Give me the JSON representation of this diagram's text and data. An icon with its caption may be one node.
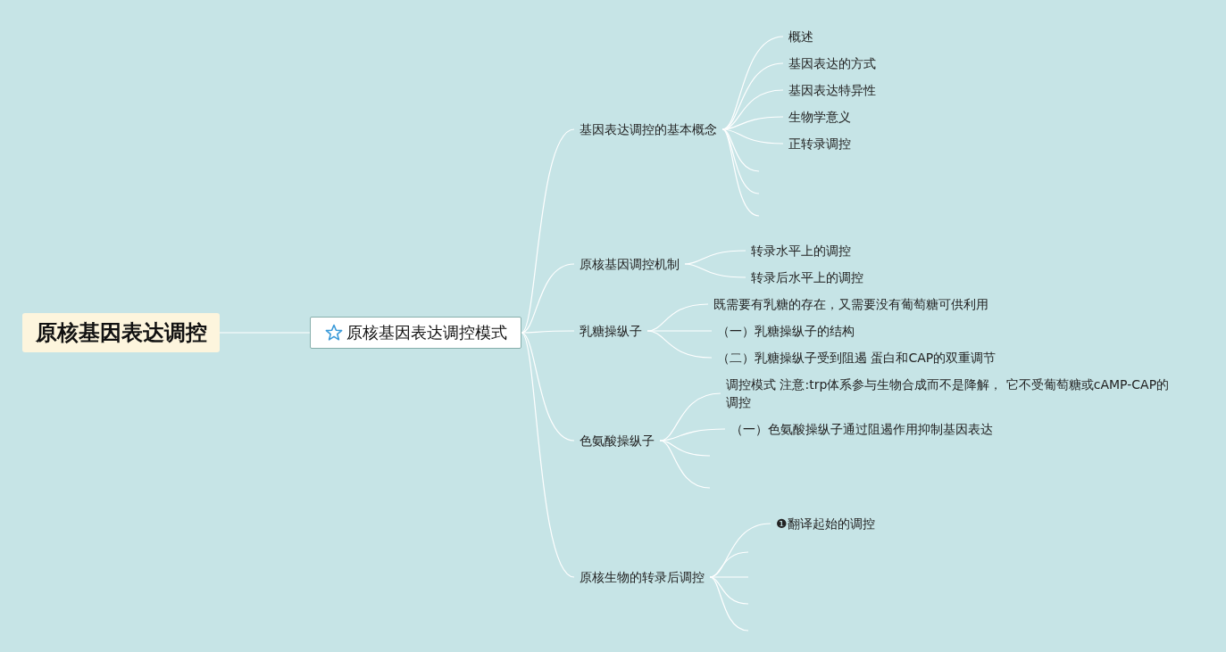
{
  "diagram": {
    "nodes": [
      {
        "text": [
          "原核基因表达调控"
        ]
      },
      {
        "text": [
          "原核基因表达调控模式"
        ]
      },
      {
        "text": [
          "基因表达调控的基本概念"
        ]
      },
      {
        "text": [
          "概述"
        ]
      },
      {
        "text": [
          "基因表达的方式"
        ]
      },
      {
        "text": [
          "基因表达特异性"
        ]
      },
      {
        "text": [
          "生物学意义"
        ]
      },
      {
        "text": [
          "正转录调控"
        ]
      },
      {
        "text": [
          "原核基因调控机制"
        ]
      },
      {
        "text": [
          "转录水平上的调控"
        ]
      },
      {
        "text": [
          "转录后水平上的调控"
        ]
      },
      {
        "text": [
          "乳糖操纵子"
        ]
      },
      {
        "text": [
          "既需要有乳糖的存在，又需要没有葡萄糖可供利用"
        ]
      },
      {
        "text": [
          "（一）乳糖操纵子的结构"
        ]
      },
      {
        "text": [
          "（二）乳糖操纵子受到阻遏 蛋白和CAP的双重调节"
        ]
      },
      {
        "text": [
          "色氨酸操纵子"
        ]
      },
      {
        "text": [
          "调控模式 注意:trp体系参与生物合成而不是降解， 它不受葡萄糖或cAMP-CAP的调控"
        ]
      },
      {
        "text": [
          "（一）色氨酸操纵子通过阻遏作用抑制基因表达"
        ]
      },
      {
        "text": [
          "原核生物的转录后调控"
        ]
      },
      {
        "text": [
          "❶翻译起始的调控"
        ]
      }
    ],
    "edges": [
      {
        "from": 0,
        "to": 1,
        "arrow": "none"
      },
      {
        "from": 1,
        "to": 2,
        "arrow": "none"
      },
      {
        "from": 1,
        "to": 8,
        "arrow": "none"
      },
      {
        "from": 1,
        "to": 11,
        "arrow": "none"
      },
      {
        "from": 1,
        "to": 15,
        "arrow": "none"
      },
      {
        "from": 1,
        "to": 18,
        "arrow": "none"
      },
      {
        "from": 2,
        "to": 3,
        "arrow": "none"
      },
      {
        "from": 2,
        "to": 4,
        "arrow": "none"
      },
      {
        "from": 2,
        "to": 5,
        "arrow": "none"
      },
      {
        "from": 2,
        "to": 6,
        "arrow": "none"
      },
      {
        "from": 2,
        "to": 7,
        "arrow": "none"
      },
      {
        "from": 2,
        "to": null,
        "arrow": "none"
      },
      {
        "from": 2,
        "to": null,
        "arrow": "none"
      },
      {
        "from": 2,
        "to": null,
        "arrow": "none"
      },
      {
        "from": 8,
        "to": 9,
        "arrow": "none"
      },
      {
        "from": 8,
        "to": 10,
        "arrow": "none"
      },
      {
        "from": 11,
        "to": 12,
        "arrow": "none"
      },
      {
        "from": 11,
        "to": 13,
        "arrow": "none"
      },
      {
        "from": 11,
        "to": 14,
        "arrow": "none"
      },
      {
        "from": 15,
        "to": 16,
        "arrow": "none"
      },
      {
        "from": 15,
        "to": 17,
        "arrow": "none"
      },
      {
        "from": 15,
        "to": null,
        "arrow": "none"
      },
      {
        "from": 15,
        "to": null,
        "arrow": "none"
      },
      {
        "from": 18,
        "to": 19,
        "arrow": "none"
      },
      {
        "from": 18,
        "to": null,
        "arrow": "none"
      },
      {
        "from": 18,
        "to": null,
        "arrow": "none"
      },
      {
        "from": 18,
        "to": null,
        "arrow": "none"
      },
      {
        "from": 18,
        "to": null,
        "arrow": "none"
      }
    ]
  }
}
